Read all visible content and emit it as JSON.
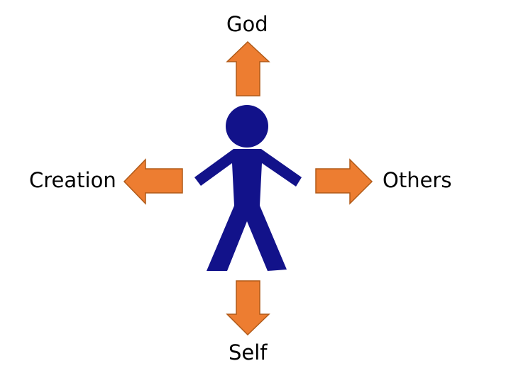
{
  "labels": {
    "top": "God",
    "left": "Creation",
    "right": "Others",
    "bottom": "Self"
  },
  "colors": {
    "arrow_fill": "#ED7D31",
    "arrow_stroke": "#B05A18",
    "figure": "#12128A",
    "background": "#FFFFFF",
    "text": "#000000"
  },
  "icons": {
    "figure": "stick-figure-person",
    "arrows": "block-arrow"
  }
}
